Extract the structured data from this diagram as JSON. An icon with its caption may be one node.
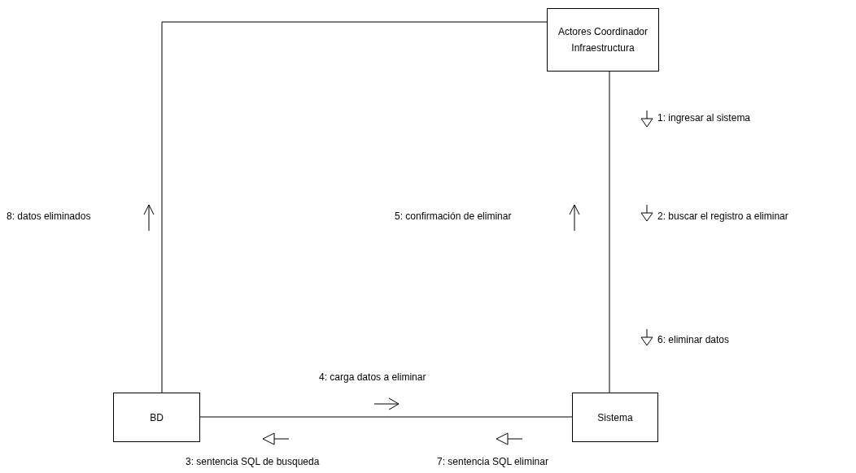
{
  "diagram": {
    "nodes": [
      {
        "text": [
          "Actores Coordinador Infraestructura"
        ]
      },
      {
        "text": [
          "BD"
        ]
      },
      {
        "text": [
          "Sistema"
        ]
      }
    ],
    "edges": [
      {
        "from": 0,
        "to": 2,
        "arrow": "none"
      },
      {
        "from": 1,
        "to": 2,
        "arrow": "none"
      },
      {
        "from": 1,
        "to": 0,
        "arrow": "none"
      }
    ],
    "labels": [
      "1: ingresar al sistema",
      "8: datos eliminados",
      "5: confirmación de eliminar",
      "2: buscar el registro a eliminar",
      "6: eliminar datos",
      "4: carga datos a eliminar",
      "3: sentencia SQL de busqueda",
      "7: sentencia SQL eliminar"
    ]
  }
}
